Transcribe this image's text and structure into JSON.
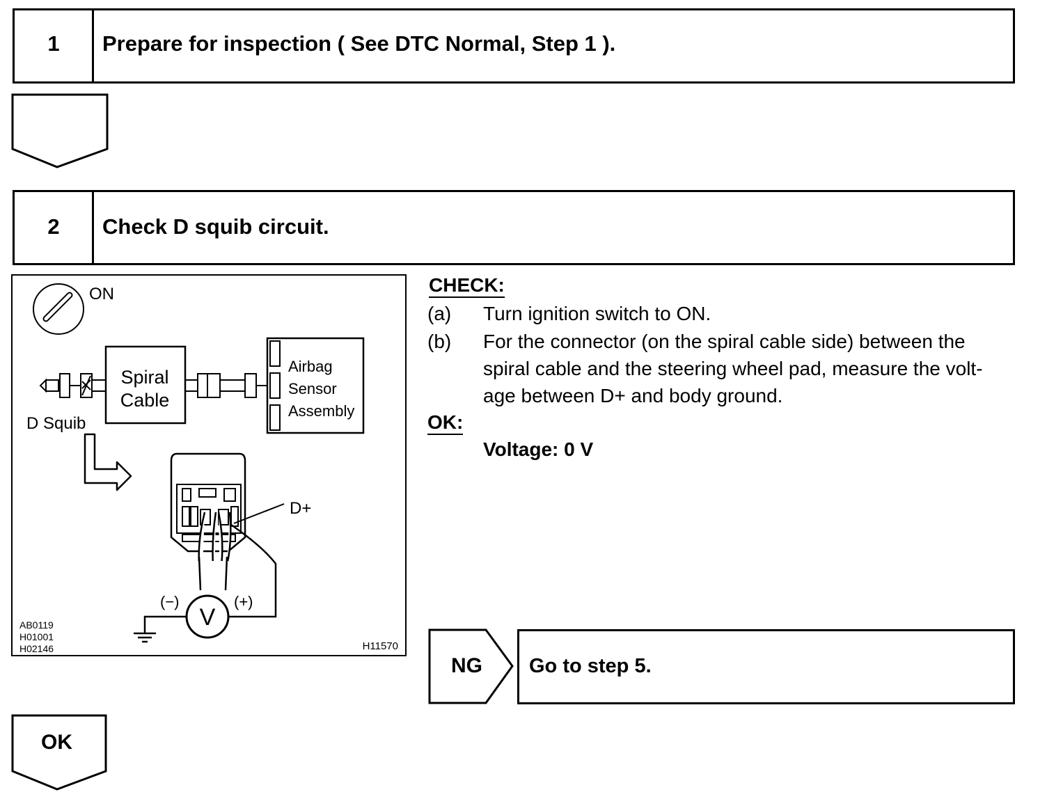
{
  "steps": [
    {
      "number": "1",
      "title": "Prepare for inspection ( See DTC Normal, Step 1 )."
    },
    {
      "number": "2",
      "title": "Check D squib circuit."
    }
  ],
  "check": {
    "heading": "CHECK:",
    "items": [
      {
        "marker": "(a)",
        "lines": [
          "Turn ignition switch to ON."
        ]
      },
      {
        "marker": "(b)",
        "lines": [
          "For the connector (on the spiral cable side) between the",
          "spiral cable and the steering wheel pad, measure the volt-",
          "age between D+ and body ground."
        ]
      }
    ]
  },
  "ok": {
    "heading": "OK:",
    "spec": "Voltage: 0 V"
  },
  "ng": {
    "label": "NG",
    "action": "Go to step 5."
  },
  "ok_arrow_label": "OK",
  "figure": {
    "ignition_label": "ON",
    "spiral_cable": [
      "Spiral",
      "Cable"
    ],
    "sensor": [
      "Airbag",
      "Sensor",
      "Assembly"
    ],
    "squib_label": "D Squib",
    "terminal_label": "D+",
    "minus_label": "(−)",
    "plus_label": "(+)",
    "meter_symbol": "V",
    "ref_codes": [
      "AB0119",
      "H01001",
      "H02146"
    ],
    "figure_code": "H11570"
  }
}
